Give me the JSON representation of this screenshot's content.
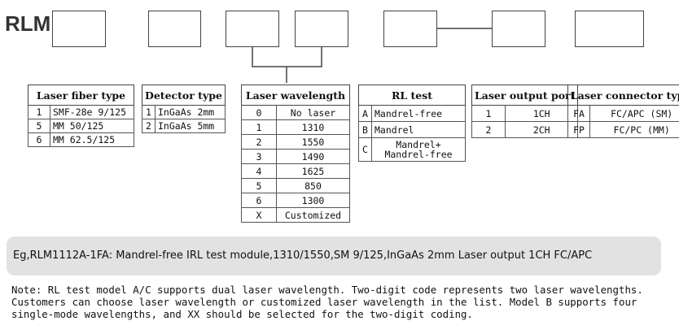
{
  "model_prefix": "RLM",
  "tables": {
    "fiber": {
      "header": "Laser fiber type",
      "rows": [
        {
          "code": "1",
          "value": "SMF-28e 9/125"
        },
        {
          "code": "5",
          "value": "MM 50/125"
        },
        {
          "code": "6",
          "value": "MM 62.5/125"
        }
      ]
    },
    "detector": {
      "header": "Detector type",
      "rows": [
        {
          "code": "1",
          "value": "InGaAs 2mm"
        },
        {
          "code": "2",
          "value": "InGaAs 5mm"
        }
      ]
    },
    "wavelength": {
      "header": "Laser wavelength",
      "rows": [
        {
          "code": "0",
          "value": "No laser"
        },
        {
          "code": "1",
          "value": "1310"
        },
        {
          "code": "2",
          "value": "1550"
        },
        {
          "code": "3",
          "value": "1490"
        },
        {
          "code": "4",
          "value": "1625"
        },
        {
          "code": "5",
          "value": "850"
        },
        {
          "code": "6",
          "value": "1300"
        },
        {
          "code": "X",
          "value": "Customized"
        }
      ]
    },
    "rltest": {
      "header": "RL test",
      "rows": [
        {
          "code": "A",
          "value": "Mandrel-free"
        },
        {
          "code": "B",
          "value": "Mandrel"
        },
        {
          "code": "C",
          "value_line1": "Mandrel+",
          "value_line2": "Mandrel-free"
        }
      ]
    },
    "output_port": {
      "header": "Laser output port",
      "rows": [
        {
          "code": "1",
          "value": "1CH"
        },
        {
          "code": "2",
          "value": "2CH"
        }
      ]
    },
    "connector": {
      "header": "Laser connector type",
      "rows": [
        {
          "code": "FA",
          "value": "FC/APC (SM)"
        },
        {
          "code": "FP",
          "value": "FC/PC (MM)"
        }
      ]
    }
  },
  "example": "Eg,RLM1112A-1FA: Mandrel-free IRL test module,1310/1550,SM 9/125,InGaAs 2mm Laser output 1CH FC/APC",
  "note": {
    "line1": "Note: RL test model A/C supports dual laser wavelength. Two-digit code represents two laser wavelengths.",
    "line2": "Customers can choose laser wavelength or customized laser wavelength in the list. Model B supports four",
    "line3": "single-mode wavelengths, and XX should be selected for the two-digit coding."
  }
}
